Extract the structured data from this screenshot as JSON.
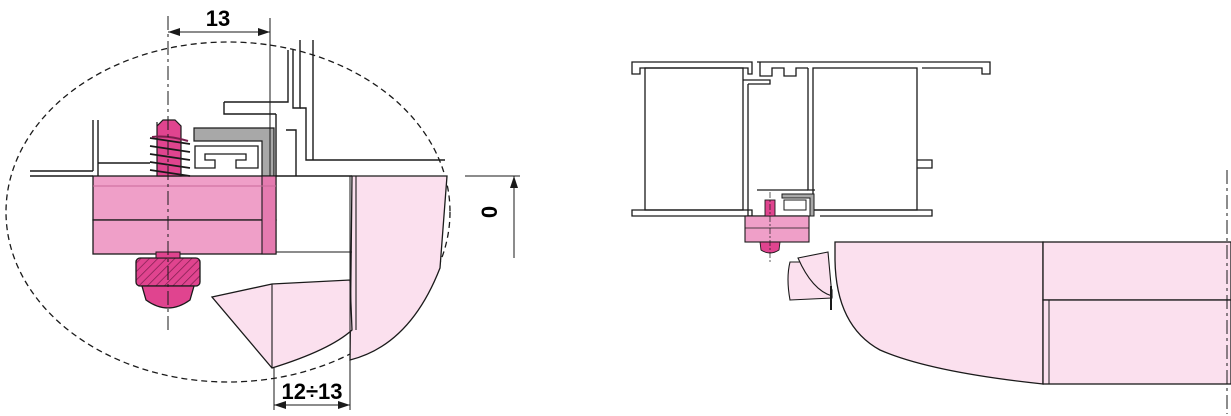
{
  "detail_view": {
    "dimension_top": "13",
    "dimension_bottom": "12÷13",
    "dimension_right": "0"
  },
  "colors": {
    "pink_fill": "#ef9fc8",
    "pink_dark": "#e0448f",
    "pink_light": "#fbe0ee",
    "grey_bracket": "#a8a8a8",
    "line": "#1a1a1a"
  }
}
